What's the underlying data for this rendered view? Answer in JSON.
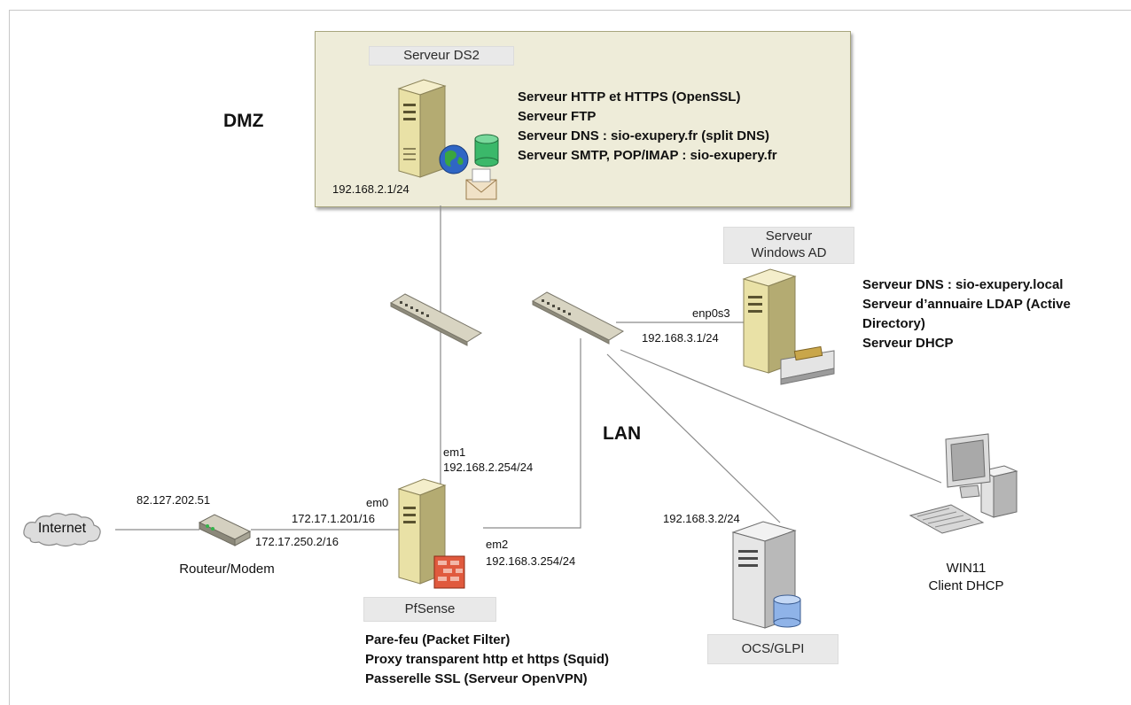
{
  "zones": {
    "dmz": "DMZ",
    "lan": "LAN"
  },
  "nodes": {
    "ds2": {
      "label": "Serveur DS2",
      "ip": "192.168.2.1/24",
      "services": [
        "Serveur HTTP et HTTPS (OpenSSL)",
        "Serveur FTP",
        "Serveur DNS : sio-exupery.fr (split DNS)",
        "Serveur SMTP, POP/IMAP : sio-exupery.fr"
      ]
    },
    "windows_ad": {
      "label_line1": "Serveur",
      "label_line2": "Windows AD",
      "iface": "enp0s3",
      "ip": "192.168.3.1/24",
      "services": [
        "Serveur DNS : sio-exupery.local",
        "Serveur d’annuaire LDAP (Active",
        "Directory)",
        "Serveur DHCP"
      ]
    },
    "pfsense": {
      "label": "PfSense",
      "em0": "em0",
      "em0_ip": "172.17.1.201/16",
      "em1": "em1",
      "em1_ip": "192.168.2.254/24",
      "em2": "em2",
      "em2_ip": "192.168.3.254/24",
      "services": [
        "Pare-feu (Packet Filter)",
        "Proxy transparent http et https (Squid)",
        "Passerelle SSL (Serveur OpenVPN)"
      ]
    },
    "internet": {
      "label": "Internet"
    },
    "router": {
      "label": "Routeur/Modem",
      "public_ip": "82.127.202.51",
      "lan_ip": "172.17.250.2/16"
    },
    "ocs": {
      "label": "OCS/GLPI",
      "ip": "192.168.3.2/24"
    },
    "win11": {
      "label_line1": "WIN11",
      "label_line2": "Client DHCP"
    }
  },
  "colors": {
    "dmz_fill": "#eeecd9",
    "server_body": "#e9e1a6",
    "link": "#8a8a8a"
  }
}
